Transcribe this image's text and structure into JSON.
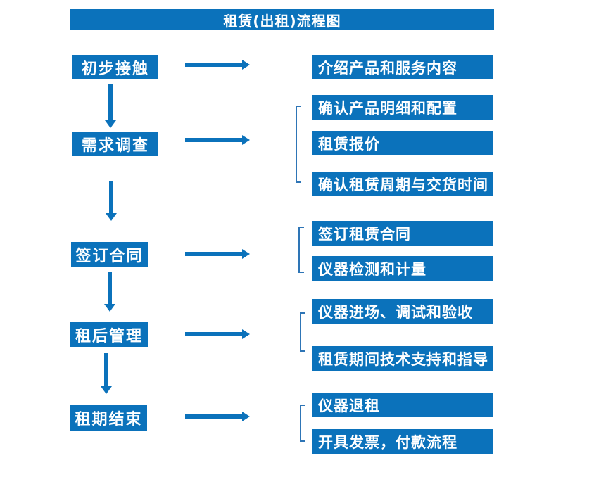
{
  "title": "租赁(出租)流程图",
  "colors": {
    "primary_blue": "#0b72bb",
    "bracket_blue": "#2e75b6",
    "text_white": "#ffffff",
    "background": "#ffffff"
  },
  "flow": [
    {
      "stage": "初步接触",
      "details": [
        "介绍产品和服务内容"
      ]
    },
    {
      "stage": "需求调查",
      "details": [
        "确认产品明细和配置",
        "租赁报价",
        "确认租赁周期与交货时间"
      ]
    },
    {
      "stage": "签订合同",
      "details": [
        "签订租赁合同",
        "仪器检测和计量"
      ]
    },
    {
      "stage": "租后管理",
      "details": [
        "仪器进场、调试和验收",
        "租赁期间技术支持和指导"
      ]
    },
    {
      "stage": "租期结束",
      "details": [
        "仪器退租",
        "开具发票，付款流程"
      ]
    }
  ]
}
